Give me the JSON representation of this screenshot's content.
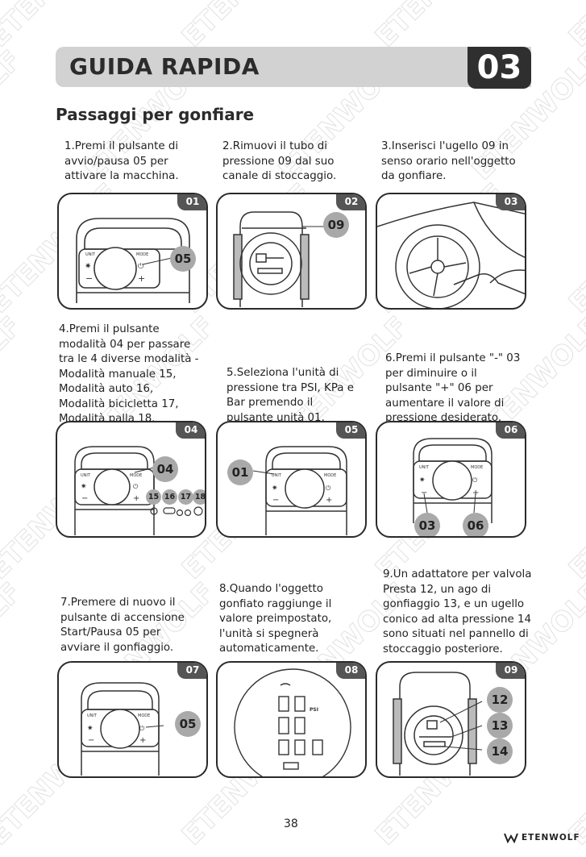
{
  "watermark": "ETENWOLF",
  "header": {
    "title": "GUIDA RAPIDA",
    "number": "03"
  },
  "section_title": "Passaggi per gonfiare",
  "steps": [
    {
      "text": "1.Premi il pulsante di\navvio/pausa 05 per\nattivare la macchina.",
      "badge": "01",
      "callouts": [
        "05"
      ]
    },
    {
      "text": "2.Rimuovi il tubo di\npressione 09 dal suo\ncanale di stoccaggio.",
      "badge": "02",
      "callouts": [
        "09"
      ]
    },
    {
      "text": "3.Inserisci l'ugello 09 in\nsenso orario nell'oggetto\nda gonfiare.",
      "badge": "03",
      "callouts": []
    },
    {
      "text": "4.Premi il pulsante\nmodalità 04 per passare\ntra le 4 diverse modalità -\nModalità manuale 15,\nModalità auto 16,\nModalità bicicletta 17,\nModalità palla 18.",
      "badge": "04",
      "callouts": [
        "04",
        "15",
        "16",
        "17",
        "18"
      ]
    },
    {
      "text": "5.Seleziona l'unità di\npressione tra PSI, KPa e\nBar premendo il\npulsante unità 01.",
      "badge": "05",
      "callouts": [
        "01"
      ]
    },
    {
      "text": "6.Premi il pulsante \"-\" 03\nper diminuire o il\npulsante \"+\" 06 per\naumentare il valore di\npressione desiderato.",
      "badge": "06",
      "callouts": [
        "03",
        "06"
      ]
    },
    {
      "text": "7.Premere di nuovo il\npulsante di accensione\nStart/Pausa 05 per\navviare il gonfiaggio.",
      "badge": "07",
      "callouts": [
        "05"
      ]
    },
    {
      "text": "8.Quando l'oggetto\ngonfiato raggiunge il\nvalore preimpostato,\nl'unità si spegnerà\nautomaticamente.",
      "badge": "08",
      "callouts": []
    },
    {
      "text": "9.Un adattatore per valvola\nPresta 12, un ago di\ngonfiaggio 13, e un ugello\nconico ad alta pressione 14\nsono situati nel pannello di\nstoccaggio posteriore.",
      "badge": "09",
      "callouts": [
        "12",
        "13",
        "14"
      ]
    }
  ],
  "device_labels": {
    "unit": "UNIT",
    "mode": "MODE",
    "minus": "−",
    "plus": "+",
    "psi": "PSI"
  },
  "page_number": "38",
  "brand": "ETENWOLF"
}
